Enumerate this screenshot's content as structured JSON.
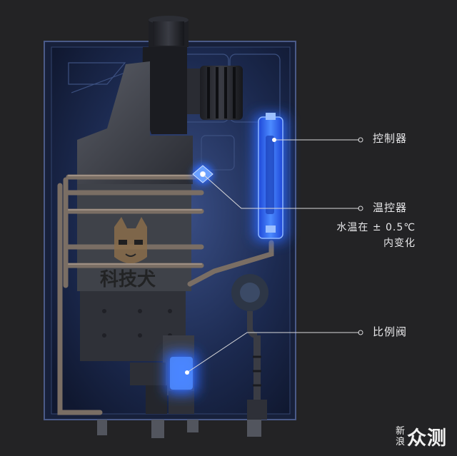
{
  "callouts": {
    "controller": "控制器",
    "thermostat": "温控器",
    "thermostat_note_line1": "水温在 ± 0.5℃",
    "thermostat_note_line2": "内变化",
    "proportional_valve": "比例阀"
  },
  "watermark": {
    "char1": "新",
    "char2": "浪",
    "brand": "众测"
  },
  "colors": {
    "background": "#232325",
    "panel": "#1a2a4e",
    "highlight": "#2f6bff",
    "callout_line": "#d8d8da"
  },
  "icons": {
    "watermark_mascot": "dog-face-stamp"
  }
}
